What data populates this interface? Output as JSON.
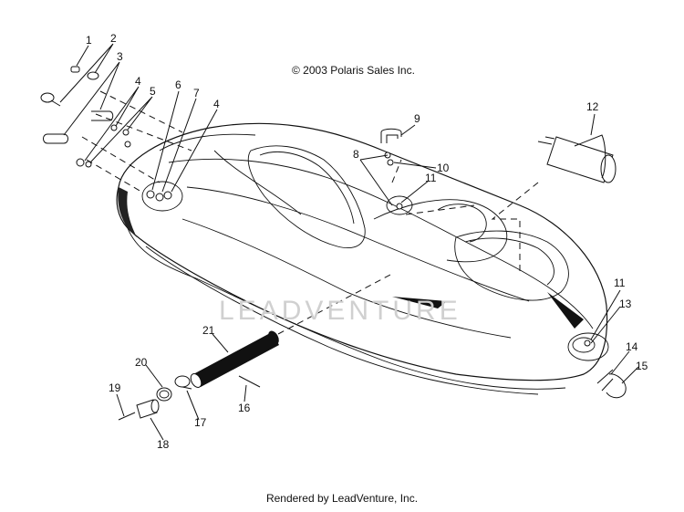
{
  "copyright": "© 2003 Polaris Sales Inc.",
  "footer": "Rendered by LeadVenture, Inc.",
  "watermark": "LEADVENTURE",
  "callouts": [
    "1",
    "2",
    "3",
    "4",
    "5",
    "6",
    "7",
    "4",
    "8",
    "9",
    "10",
    "11",
    "12",
    "11",
    "13",
    "14",
    "15",
    "16",
    "17",
    "18",
    "19",
    "20",
    "21"
  ]
}
